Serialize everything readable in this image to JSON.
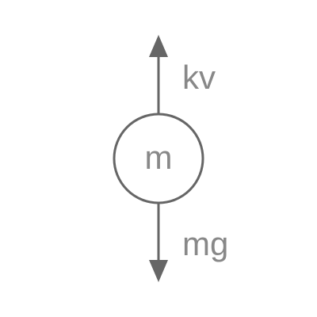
{
  "diagram": {
    "mass_label": "m",
    "upward_force_label": "kv",
    "downward_force_label": "mg",
    "stroke_color": "#666666",
    "text_color": "#888888",
    "background_color": "#ffffff"
  }
}
